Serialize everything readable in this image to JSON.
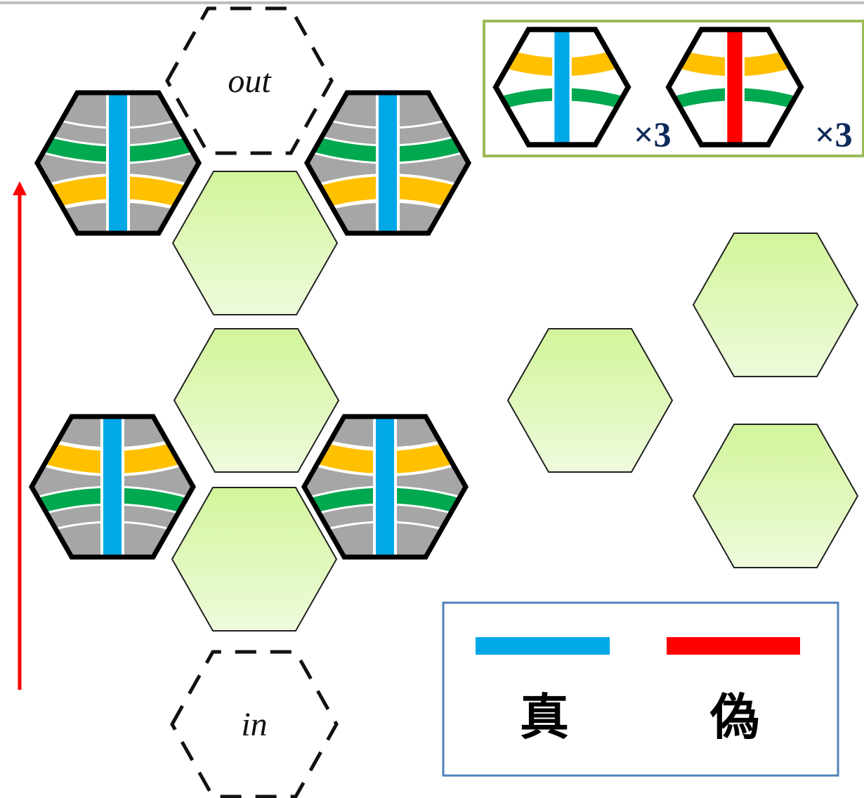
{
  "title": "",
  "labels": {
    "out": "out",
    "in": "in"
  },
  "inventory": {
    "true_tile_count": "×3",
    "false_tile_count": "×3"
  },
  "legend": {
    "true_label": "真",
    "false_label": "偽"
  },
  "colors": {
    "true_bar": "#00a8e8",
    "false_bar": "#ff0000",
    "green_arc": "#00a84f",
    "yellow_arc": "#ffc000",
    "tile_gray": "#a6a6a6",
    "empty_slot_fill": "#dff5b8",
    "inventory_border": "#9bbb59",
    "legend_border": "#4f81bd",
    "flow_arrow": "#ff0000"
  },
  "icons": [
    "gate-tile-true-icon",
    "gate-tile-false-icon",
    "empty-hex-slot-icon",
    "flow-arrow-icon"
  ]
}
